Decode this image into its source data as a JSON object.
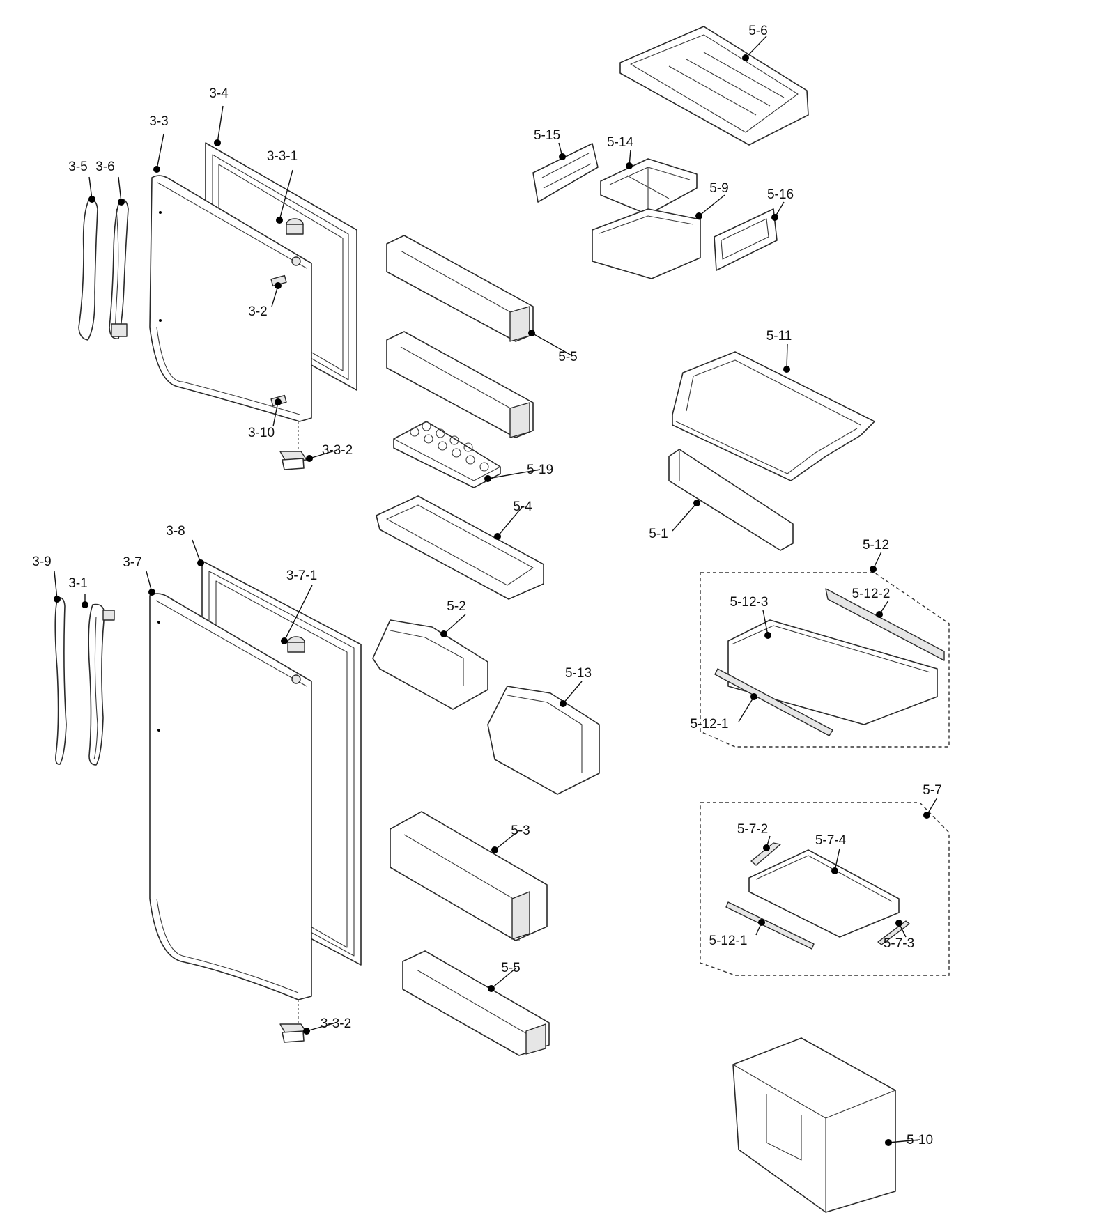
{
  "callouts": [
    {
      "id": "c-3-1",
      "label": "3-1"
    },
    {
      "id": "c-3-2",
      "label": "3-2"
    },
    {
      "id": "c-3-3",
      "label": "3-3"
    },
    {
      "id": "c-3-3-1",
      "label": "3-3-1"
    },
    {
      "id": "c-3-3-2a",
      "label": "3-3-2"
    },
    {
      "id": "c-3-3-2b",
      "label": "3-3-2"
    },
    {
      "id": "c-3-4",
      "label": "3-4"
    },
    {
      "id": "c-3-5",
      "label": "3-5"
    },
    {
      "id": "c-3-6",
      "label": "3-6"
    },
    {
      "id": "c-3-7",
      "label": "3-7"
    },
    {
      "id": "c-3-7-1",
      "label": "3-7-1"
    },
    {
      "id": "c-3-8",
      "label": "3-8"
    },
    {
      "id": "c-3-9",
      "label": "3-9"
    },
    {
      "id": "c-3-10",
      "label": "3-10"
    },
    {
      "id": "c-5-1",
      "label": "5-1"
    },
    {
      "id": "c-5-2",
      "label": "5-2"
    },
    {
      "id": "c-5-3",
      "label": "5-3"
    },
    {
      "id": "c-5-4",
      "label": "5-4"
    },
    {
      "id": "c-5-5a",
      "label": "5-5"
    },
    {
      "id": "c-5-5b",
      "label": "5-5"
    },
    {
      "id": "c-5-6",
      "label": "5-6"
    },
    {
      "id": "c-5-7",
      "label": "5-7"
    },
    {
      "id": "c-5-7-2",
      "label": "5-7-2"
    },
    {
      "id": "c-5-7-3",
      "label": "5-7-3"
    },
    {
      "id": "c-5-7-4",
      "label": "5-7-4"
    },
    {
      "id": "c-5-9",
      "label": "5-9"
    },
    {
      "id": "c-5-10",
      "label": "5-10"
    },
    {
      "id": "c-5-11",
      "label": "5-11"
    },
    {
      "id": "c-5-12",
      "label": "5-12"
    },
    {
      "id": "c-5-12-1a",
      "label": "5-12-1"
    },
    {
      "id": "c-5-12-1b",
      "label": "5-12-1"
    },
    {
      "id": "c-5-12-2",
      "label": "5-12-2"
    },
    {
      "id": "c-5-12-3",
      "label": "5-12-3"
    },
    {
      "id": "c-5-13",
      "label": "5-13"
    },
    {
      "id": "c-5-14",
      "label": "5-14"
    },
    {
      "id": "c-5-15",
      "label": "5-15"
    },
    {
      "id": "c-5-16",
      "label": "5-16"
    },
    {
      "id": "c-5-19",
      "label": "5-19"
    }
  ]
}
